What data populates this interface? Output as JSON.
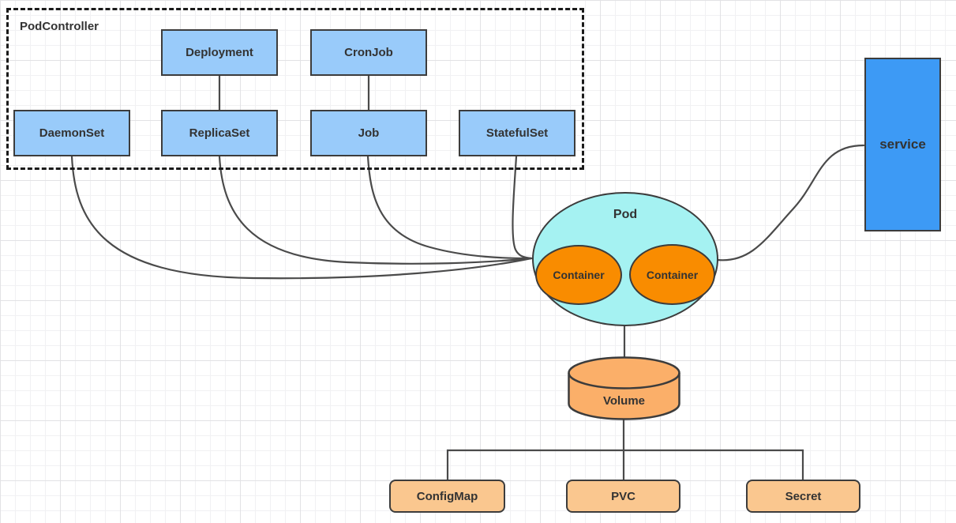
{
  "diagram": {
    "pod_controller": {
      "label": "PodController",
      "top_row": [
        {
          "label": "Deployment"
        },
        {
          "label": "CronJob"
        }
      ],
      "bottom_row": [
        {
          "label": "DaemonSet"
        },
        {
          "label": "ReplicaSet"
        },
        {
          "label": "Job"
        },
        {
          "label": "StatefulSet"
        }
      ]
    },
    "pod": {
      "label": "Pod",
      "containers": [
        {
          "label": "Container"
        },
        {
          "label": "Container"
        }
      ]
    },
    "service": {
      "label": "service"
    },
    "volume": {
      "label": "Volume"
    },
    "resources": [
      {
        "label": "ConfigMap"
      },
      {
        "label": "PVC"
      },
      {
        "label": "Secret"
      }
    ],
    "edges": [
      {
        "from": "Deployment",
        "to": "ReplicaSet"
      },
      {
        "from": "CronJob",
        "to": "Job"
      },
      {
        "from": "DaemonSet",
        "to": "Pod"
      },
      {
        "from": "ReplicaSet",
        "to": "Pod"
      },
      {
        "from": "Job",
        "to": "Pod"
      },
      {
        "from": "StatefulSet",
        "to": "Pod"
      },
      {
        "from": "Pod",
        "to": "service"
      },
      {
        "from": "Pod",
        "to": "Volume"
      },
      {
        "from": "Volume",
        "to": "ConfigMap"
      },
      {
        "from": "Volume",
        "to": "PVC"
      },
      {
        "from": "Volume",
        "to": "Secret"
      }
    ]
  },
  "colors": {
    "node_blue": "#99cbfa",
    "pod_cyan": "#a5f2f2",
    "container_orange": "#f98c00",
    "volume_orange": "#fbaf69",
    "resource_peach": "#fac78f",
    "service_blue": "#3d9af5",
    "border": "#3c3c3c",
    "dash_border": "#1a1a1a",
    "line": "#4a4a4a",
    "text": "#333333",
    "grid_minor": "#f1f1f3",
    "grid_major": "#e2e2e5"
  }
}
